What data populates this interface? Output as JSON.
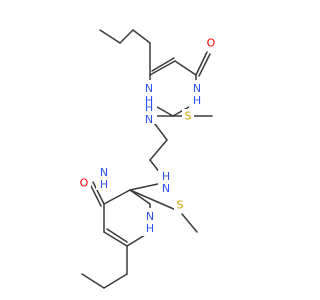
{
  "molecule": {
    "colors": {
      "bond": "#3a3a3a",
      "O": "#ff0000",
      "N": "#3050f8",
      "S": "#c8a000"
    },
    "top_ring": {
      "carbonyl_O": "O",
      "ring_NH_right": "N\nH",
      "ring_NH_left": "N\nH",
      "sulfur": "S",
      "linker_NH": "H\nN"
    },
    "bottom_ring": {
      "carbonyl_O": "O",
      "ring_NH_left": "N\nH",
      "ring_NH_right": "N\nH",
      "sulfur": "S",
      "linker_NH": "H\nN"
    }
  }
}
